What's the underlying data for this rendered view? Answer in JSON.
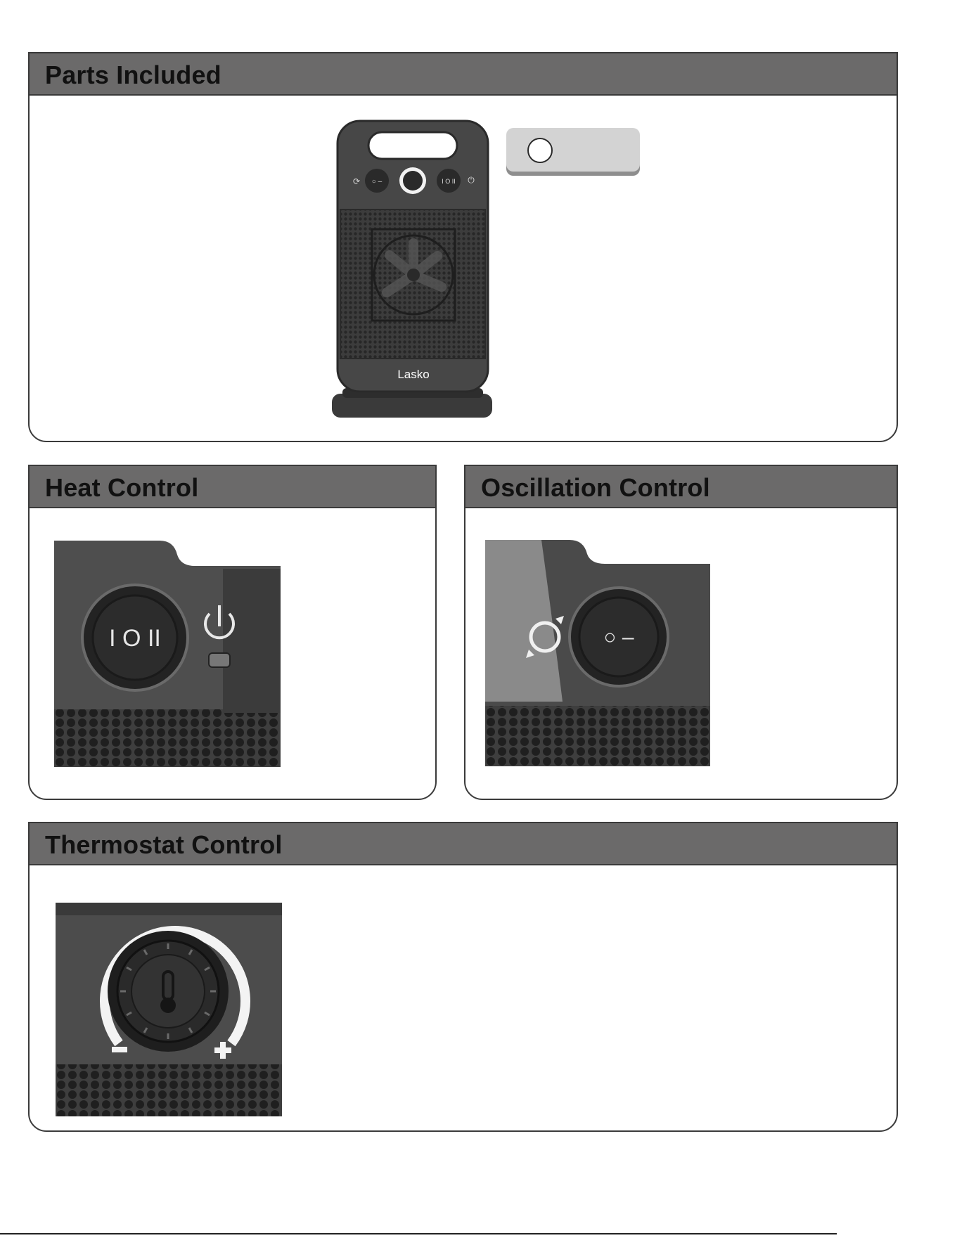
{
  "sections": {
    "parts": {
      "title": "Parts Included",
      "brand": "Lasko"
    },
    "heat": {
      "title": "Heat Control"
    },
    "oscillation": {
      "title": "Oscillation Control"
    },
    "thermostat": {
      "title": "Thermostat Control"
    }
  },
  "icons": {
    "heater": "space-heater-icon",
    "tag": "blank-label-tag-icon",
    "heat_switch": "rocker-switch-icon",
    "power": "power-icon",
    "oscillation": "oscillation-icon",
    "thermostat": "thermostat-dial-icon"
  },
  "colors": {
    "header_bg": "#6b6a6a",
    "border": "#3a3a3a",
    "heater_body": "#474747"
  }
}
